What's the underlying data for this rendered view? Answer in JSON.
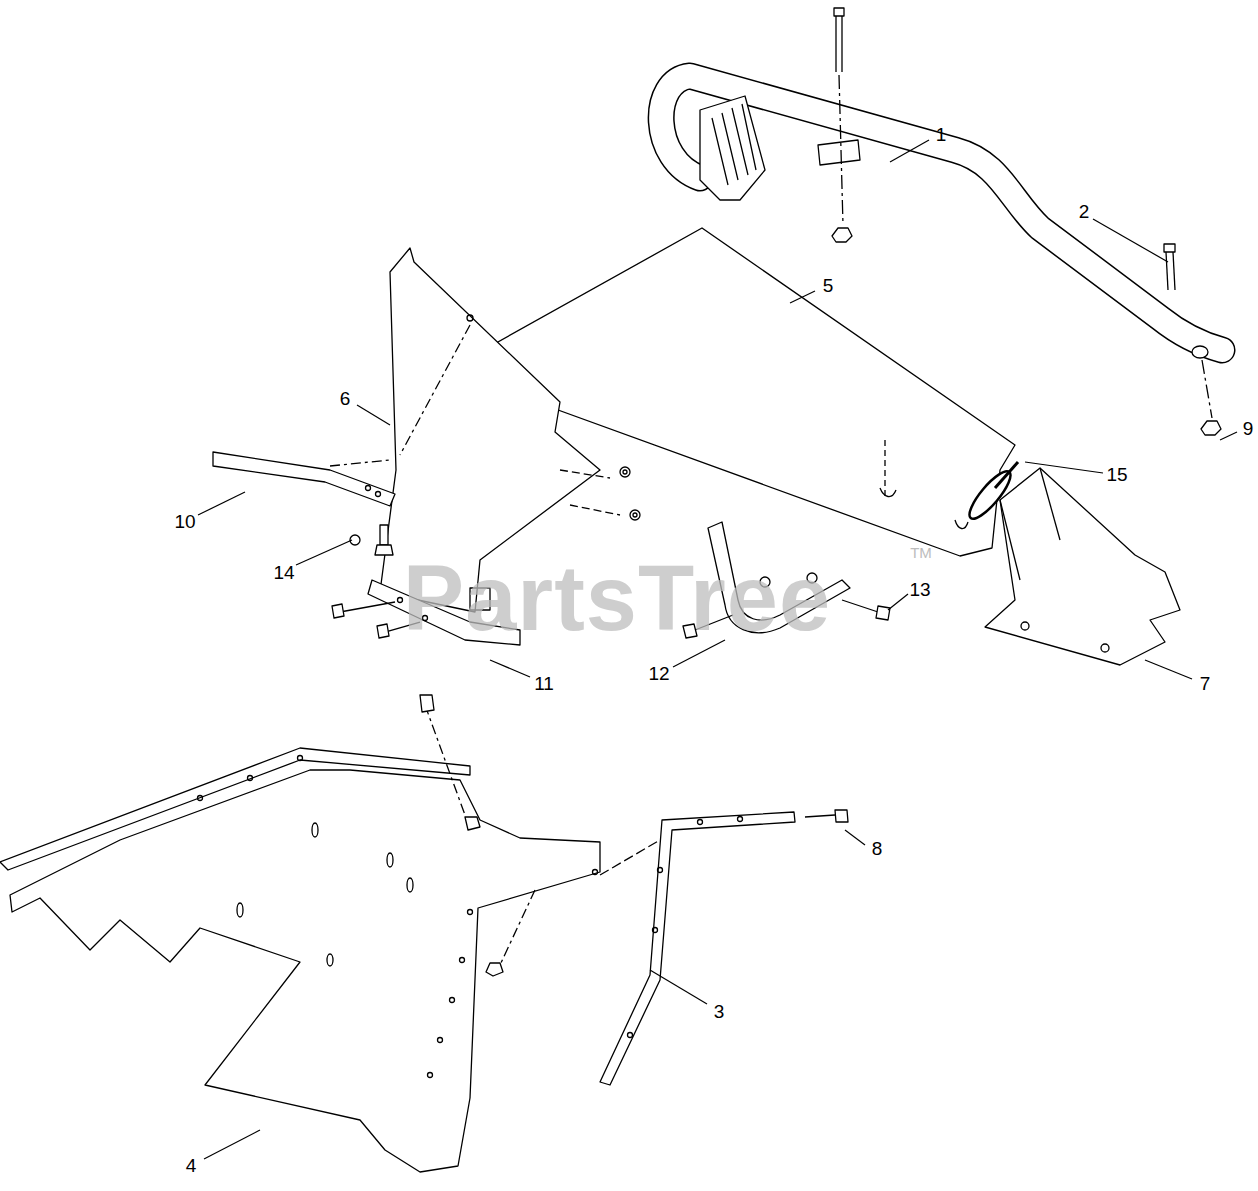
{
  "diagram": {
    "labels": [
      "1",
      "2",
      "5",
      "9",
      "6",
      "15",
      "10",
      "14",
      "13",
      "11",
      "12",
      "7",
      "8",
      "3",
      "4",
      "PartsTree",
      "TM"
    ]
  }
}
